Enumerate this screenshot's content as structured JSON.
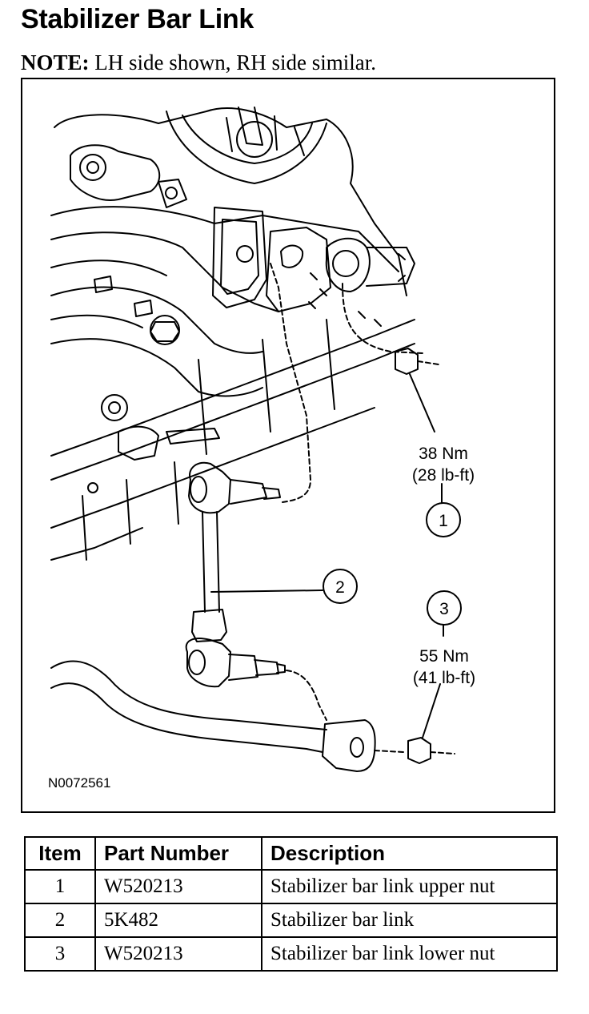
{
  "header": {
    "title": "Stabilizer Bar Link"
  },
  "note": {
    "label": "NOTE:",
    "text": " LH side shown, RH side similar."
  },
  "figure": {
    "callouts": [
      {
        "number": "1",
        "torque_nm": "38 Nm",
        "torque_lbft": "(28 lb-ft)"
      },
      {
        "number": "2"
      },
      {
        "number": "3",
        "torque_nm": "55 Nm",
        "torque_lbft": "(41 lb-ft)"
      }
    ],
    "figure_id": "N0072561"
  },
  "table": {
    "headers": [
      "Item",
      "Part Number",
      "Description"
    ],
    "rows": [
      {
        "item": "1",
        "part_number": "W520213",
        "description": "Stabilizer bar link upper nut"
      },
      {
        "item": "2",
        "part_number": "5K482",
        "description": "Stabilizer bar link"
      },
      {
        "item": "3",
        "part_number": "W520213",
        "description": "Stabilizer bar link lower nut"
      }
    ]
  }
}
